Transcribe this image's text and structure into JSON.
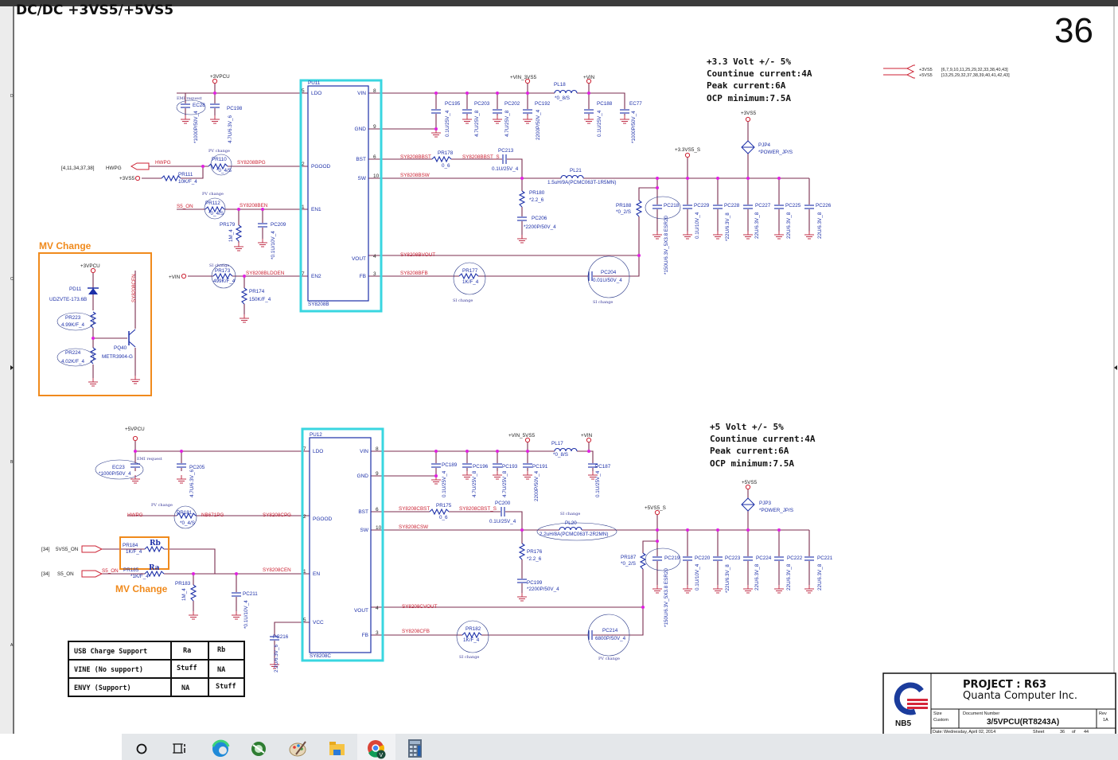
{
  "header": {
    "title": "DC/DC +3VS5/+5VS5",
    "page_number": "36",
    "border_marks": [
      "D",
      "C",
      "B",
      "A"
    ]
  },
  "upper": {
    "chip": {
      "ref": "PU11",
      "part": "SY8208B",
      "pins_left": [
        {
          "name": "LDO",
          "num": "5"
        },
        {
          "name": "PGOOD",
          "num": "2"
        },
        {
          "name": "EN1",
          "num": "1"
        },
        {
          "name": "EN2",
          "num": "7"
        }
      ],
      "pins_right": [
        {
          "name": "VIN",
          "num": "8"
        },
        {
          "name": "GND",
          "num": "9"
        },
        {
          "name": "BST",
          "num": "6"
        },
        {
          "name": "SW",
          "num": "10"
        },
        {
          "name": "VOUT",
          "num": "4"
        },
        {
          "name": "FB",
          "num": "3"
        }
      ]
    },
    "spec": [
      "+3.3 Volt +/- 5%",
      "Countinue current:4A",
      "Peak current:6A",
      "OCP minimum:7.5A"
    ],
    "labels": [
      "+3VPCU",
      "EMI request",
      "EC28",
      "PC198",
      "*1000P/50V_4",
      "4.7U/6.3V_6",
      "PV change",
      "PR110",
      "*0_4/S",
      "SY8208BPG",
      "[4,11,34,37,38]",
      "HWPG",
      "HWPG",
      "+3VS5",
      "PR111",
      "10K/F_4",
      "PV change",
      "S5_ON",
      "PR112",
      "*0_4/S",
      "SY8208BEN",
      "PR179",
      "PC209",
      "1M_4",
      "*0.1U/10V_4",
      "SI change",
      "PR173",
      "499K/F_4",
      "SY8208BLDOEN",
      "+VIN",
      "PR174",
      "150K/F_4",
      "SY8208BBST",
      "PR178",
      "0_6",
      "SY8208BBST_S",
      "PC213",
      "0.1U/25V_4",
      "SY8208BSW",
      "PR180",
      "*2.2_6",
      "PC206",
      "*2200P/50V_4",
      "SY8208BVOUT",
      "SY8208BFB",
      "PR177",
      "1K/F_4",
      "SI change",
      "PC204",
      "0.01U/50V_4",
      "SI change",
      "+VIN_3VS5",
      "PC195",
      "PC203",
      "PC202",
      "PC192",
      "PL18",
      "*0_8/S",
      "+VIN",
      "PC188",
      "EC77",
      "0.1U/25V_4",
      "4.7U/25V_8",
      "4.7U/25V_8",
      "2200P/50V_4",
      "0.1U/25V_4",
      "*1000P/50V_4",
      "PL21",
      "1.5uH/9A(PCMC063T-1R5MN)",
      "+3.3VS5_S",
      "+3VS5",
      "PJP4",
      "*POWER_JP/S",
      "PR188",
      "*0_2/S",
      "PC218",
      "PC229",
      "PC228",
      "PC227",
      "PC225",
      "PC226",
      "*150U/6.3V_5X3.8 ESR20",
      "0.1U/10V_4",
      "*22U/6.3V_8",
      "22U/6.3V_8",
      "22U/6.3V_8",
      "22U/6.3V_8"
    ]
  },
  "mv_change_upper": {
    "title": "MV Change",
    "labels": [
      "+3VPCU",
      "PD11",
      "UDZVTE-173.6B",
      "SY8208CEN",
      "PR223",
      "4.99K/F_4",
      "PR224",
      "4.02K/F_4",
      "PQ40",
      "METR3904-G"
    ]
  },
  "lower": {
    "chip": {
      "ref": "PU12",
      "part": "SY8208C",
      "pins_left": [
        {
          "name": "LDO",
          "num": "7"
        },
        {
          "name": "PGOOD",
          "num": "2"
        },
        {
          "name": "EN",
          "num": "1"
        },
        {
          "name": "VCC",
          "num": "5"
        }
      ],
      "pins_right": [
        {
          "name": "VIN",
          "num": "8"
        },
        {
          "name": "GND",
          "num": "9"
        },
        {
          "name": "BST",
          "num": "6"
        },
        {
          "name": "SW",
          "num": "10"
        },
        {
          "name": "VOUT",
          "num": "4"
        },
        {
          "name": "FB",
          "num": "3"
        }
      ]
    },
    "spec": [
      "+5 Volt +/- 5%",
      "Countinue current:4A",
      "Peak current:6A",
      "OCP minimum:7.5A"
    ],
    "mv_change_title": "MV Change",
    "labels": [
      "+5VPCU",
      "EMI request",
      "EC23",
      "*1000P/50V_4",
      "PC205",
      "4.7U/6.3V_6",
      "PV change",
      "PR181",
      "*0_4/S",
      "HWPG",
      "NB671PG",
      "SY8208CPG",
      "[34]",
      "5VS5_ON",
      "[34]",
      "S5_ON",
      "S5_ON",
      "PR184",
      "1K/F_4",
      "Rb",
      "PR185",
      "*1K/F_4",
      "Ra",
      "PR183",
      "1M_4",
      "PC211",
      "*0.1U/10V_4",
      "SY8208CEN",
      "PC216",
      "2.2U/6.3V_6",
      "SY8208CBST",
      "PR175",
      "0_6",
      "SY8208CBST_S",
      "PC200",
      "0.1U/25V_4",
      "SY8208CSW",
      "+VIN_5VS5",
      "PC189",
      "PC196",
      "PC193",
      "PC191",
      "PL17",
      "*0_8/S",
      "+VIN",
      "PC187",
      "0.1U/25V_4",
      "4.7U/25V_8",
      "4.7U/25V_8",
      "2200P/50V_4",
      "0.1U/25V_4",
      "SI change",
      "PL20",
      "2.2uH/8A(PCMC063T-2R2MN)",
      "PR176",
      "*2.2_6",
      "PC199",
      "*2200P/50V_4",
      "SY8208CVOUT",
      "SY8208CFB",
      "PR182",
      "1K/F_4",
      "SI change",
      "PC214",
      "6800P/50V_4",
      "PV change",
      "+5VS5_S",
      "+5VS5",
      "PJP3",
      "*POWER_JP/S",
      "PR187",
      "*0_2/S",
      "PC219",
      "PC220",
      "PC223",
      "PC224",
      "PC222",
      "PC221",
      "*150U/6.3V_5X3.8 ESR20",
      "0.1U/10V_4",
      "*22U/6.3V_8",
      "22U/6.3V_8",
      "22U/6.3V_8",
      "22U/6.3V_8"
    ]
  },
  "legend": {
    "rows": [
      {
        "net": "+3VS5",
        "pages": "[6,7,9,10,11,25,29,32,33,38,40,43]"
      },
      {
        "net": "+5VS5",
        "pages": "[13,25,29,32,37,38,39,40,41,42,43]"
      }
    ]
  },
  "table": {
    "rows": [
      [
        "USB Charge Support",
        "Ra",
        "Rb"
      ],
      [
        "VINE (No support)",
        "Stuff",
        "NA"
      ],
      [
        "ENVY (Support)",
        "NA",
        "Stuff"
      ]
    ]
  },
  "title_block": {
    "project": "PROJECT : R63",
    "company": "Quanta Computer Inc.",
    "logo_text": "NB5",
    "size_label": "Size",
    "size_value": "Custom",
    "doc_label": "Document Number",
    "doc_value": "3/5VPCU(RT8243A)",
    "rev_label": "Rev",
    "rev_value": "1A",
    "date_label": "Date:",
    "date_value": "Wednesday, April 02, 2014",
    "sheet_label": "Sheet",
    "sheet_value": "36",
    "of_label": "of",
    "sheet_total": "44"
  },
  "colors": {
    "wire": "#7b2d4f",
    "component": "#1c2fa8",
    "net": "#cc2233",
    "junction": "#e020e0",
    "highlight": "#39d6e0",
    "mv_box": "#f08a1c"
  },
  "taskbar": {
    "icons": [
      "search-icon",
      "task-view-icon",
      "edge-icon",
      "app-icon",
      "paint-icon",
      "file-explorer-icon",
      "chrome-icon",
      "calculator-icon"
    ]
  }
}
